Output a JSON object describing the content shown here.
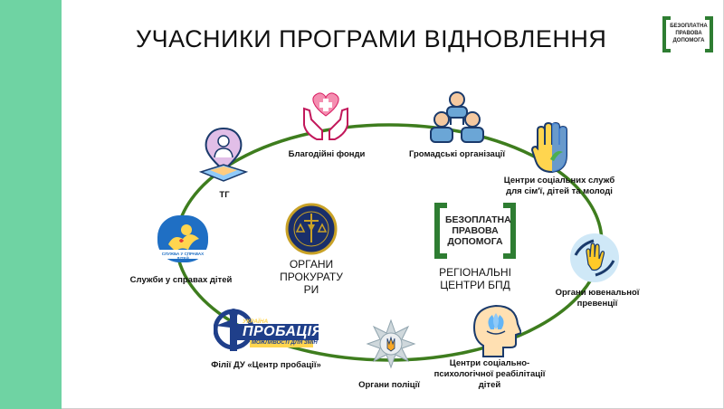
{
  "slide": {
    "title": "УЧАСНИКИ ПРОГРАМИ ВІДНОВЛЕННЯ",
    "logo_text": "БЕЗОПЛАТНА ПРАВОВА ДОПОМОГА",
    "accent_color": "#2e7d32",
    "side_bar_color": "#6fd3a3"
  },
  "participants": {
    "charity": "Благодійні фонди",
    "ngo": "Громадські організації",
    "social_centers": "Центри соціальних служб для сім'ї, дітей та молоді",
    "tg": "ТГ",
    "children_services": "Служби у справах дітей",
    "prosecution": "ОРГАНИ ПРОКУРАТУ РИ",
    "regional_centers": "РЕГІОНАЛЬНІ ЦЕНТРИ БПД",
    "juvenile": "Органи ювенальної превенції",
    "probation": "Філії ДУ «Центр пробації»",
    "police": "Органи поліції",
    "rehab_centers": "Центри соціально-психологічної реабілітації дітей"
  },
  "logos": {
    "bpd_big_text": "БЕЗОПЛАТНА ПРАВОВА ДОПОМОГА",
    "probation_word": "ПРОБАЦІЯ",
    "probation_top": "УКРАЇНА",
    "probation_sub": "МОЖЛИВОСТІ ДЛЯ ЗМІН",
    "children_logo_text": "СЛУЖБА У СПРАВАХ ДІТЕЙ"
  },
  "icons": [
    "heart-hands-icon",
    "people-group-icon",
    "hand-icon",
    "person-pin-icon",
    "children-service-logo",
    "prosecution-emblem",
    "bpd-logo",
    "hands-care-icon",
    "probation-logo",
    "police-star-icon",
    "head-lotus-icon"
  ]
}
